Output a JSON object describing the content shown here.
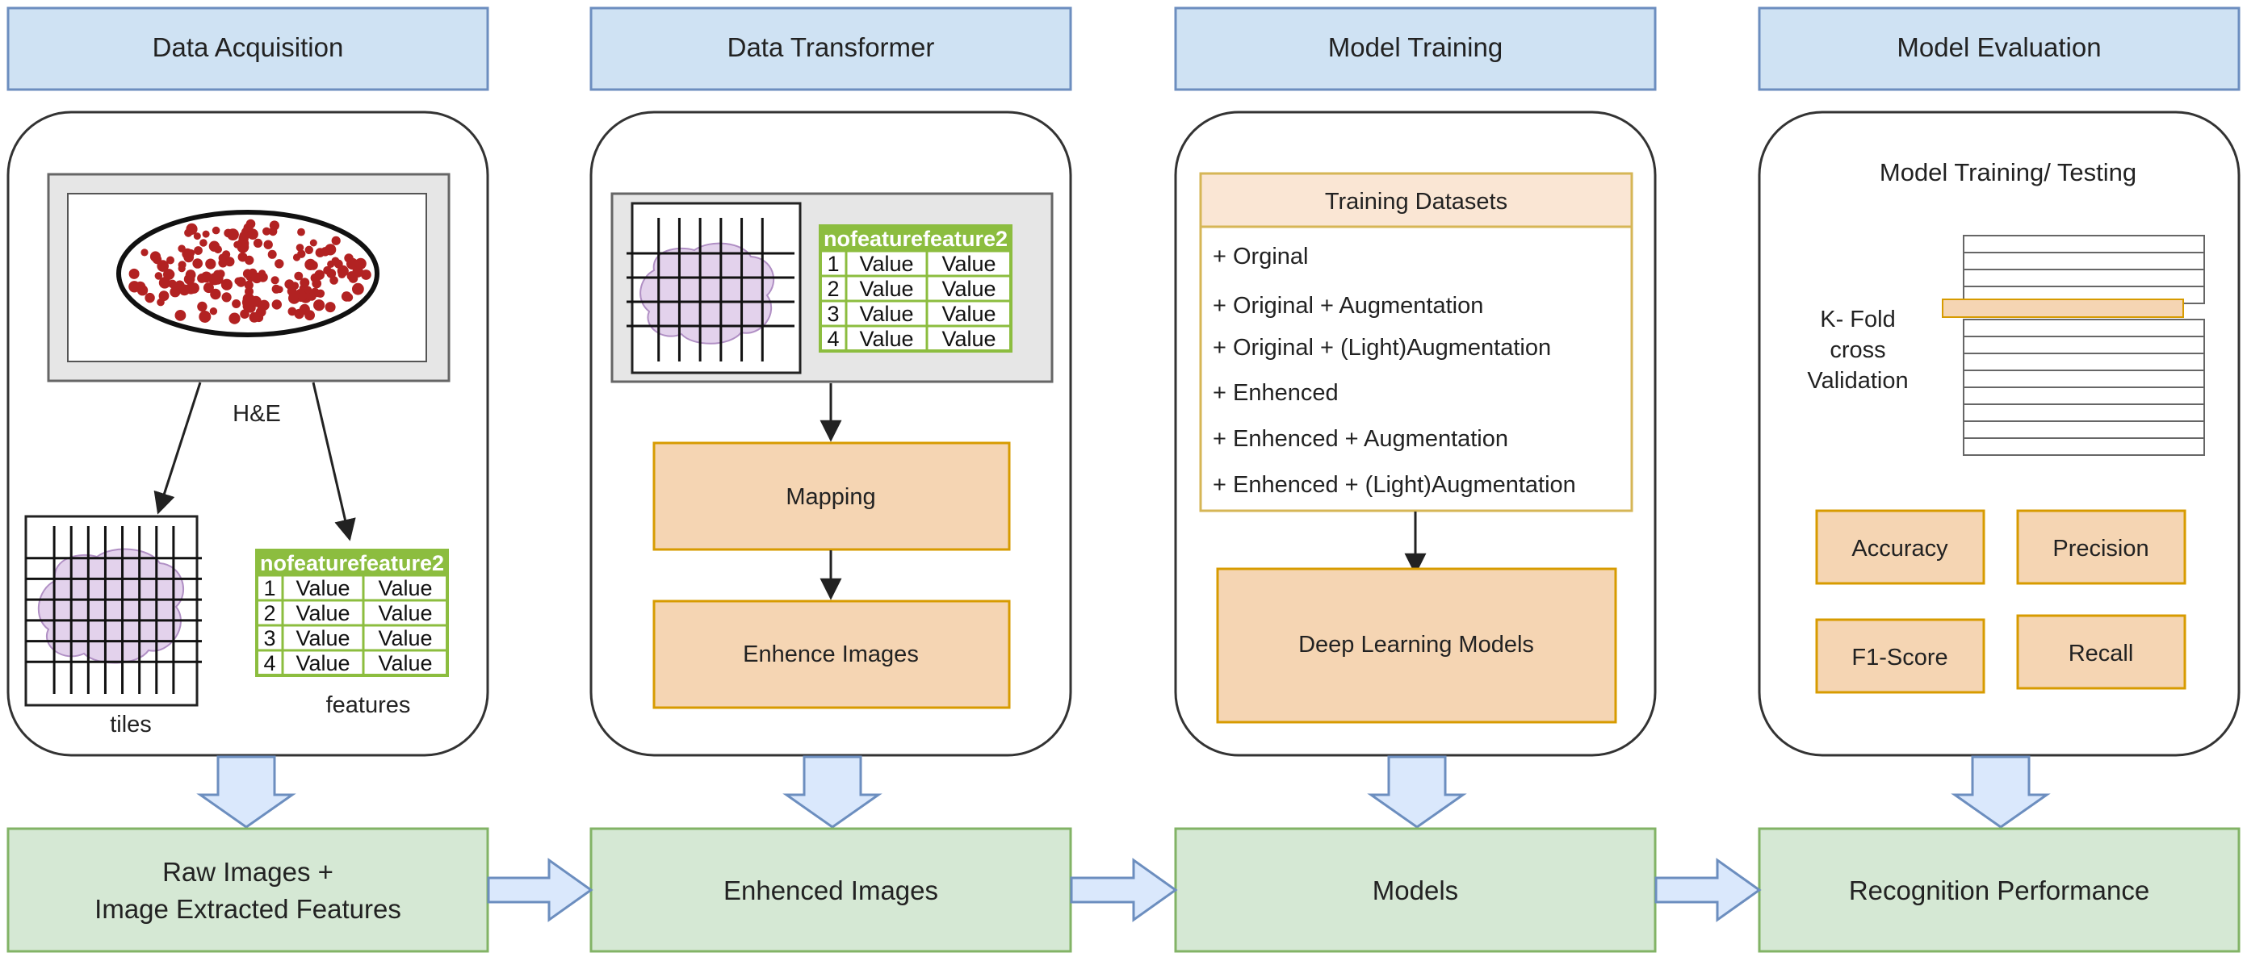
{
  "headers": [
    "Data Acquisition",
    "Data Transformer",
    "Model Training",
    "Model Evaluation"
  ],
  "acquisition": {
    "slide_label": "H&E",
    "tiles_label": "tiles",
    "features_label": "features"
  },
  "feature_table": {
    "columns": [
      "no",
      "feature",
      "feature2"
    ],
    "rows": [
      [
        "1",
        "Value",
        "Value"
      ],
      [
        "2",
        "Value",
        "Value"
      ],
      [
        "3",
        "Value",
        "Value"
      ],
      [
        "4",
        "Value",
        "Value"
      ]
    ]
  },
  "transformer": {
    "mapping": "Mapping",
    "enhance": "Enhence Images"
  },
  "training": {
    "datasets_title": "Training Datasets",
    "datasets": [
      "+ Orginal",
      "+ Original + Augmentation",
      "+ Original + (Light)Augmentation",
      "+ Enhenced",
      "+ Enhenced + Augmentation",
      "+ Enhenced + (Light)Augmentation"
    ],
    "models_box": "Deep Learning Models"
  },
  "evaluation": {
    "title": "Model Training/ Testing",
    "kfold": [
      "K- Fold",
      "cross",
      "Validation"
    ],
    "metrics": [
      "Accuracy",
      "Precision",
      "F1-Score",
      "Recall"
    ]
  },
  "outputs": {
    "raw_line1": "Raw Images +",
    "raw_line2": "Image Extracted Features",
    "enhanced": "Enhenced Images",
    "models": "Models",
    "performance": "Recognition Performance"
  },
  "colors": {
    "header_fill": "#cfe2f3",
    "header_stroke": "#6c8ebf",
    "output_fill": "#d5e8d4",
    "output_stroke": "#82b366",
    "process_fill": "#f5d5b3",
    "process_stroke": "#d79b00",
    "arrow_fill": "#dae8fc",
    "table_header": "#8cbd3f",
    "table_stroke": "#8cbd3f",
    "cell_fill": "#ffffff",
    "blob_fill": "#e3d2ec",
    "blob_stroke": "#b08fc4",
    "dot_color": "#b22222"
  }
}
